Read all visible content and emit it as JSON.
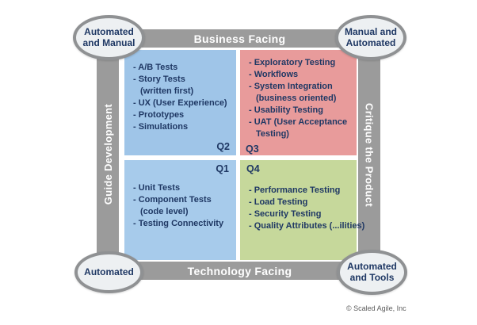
{
  "title": "Agile Testing Quadrants",
  "colors": {
    "bar_gray": "#9B9B9B",
    "oval_fill": "#EDF0F2",
    "oval_border": "#8F9193",
    "text_navy": "#1F3864",
    "quadrant_blue_top": "#9FC5E8",
    "quadrant_blue_bottom": "#A7CBEB",
    "quadrant_red": "#E89B9B",
    "quadrant_green": "#C6D89B"
  },
  "top_bar": {
    "label": "Business Facing"
  },
  "bottom_bar": {
    "label": "Technology Facing"
  },
  "left_bar": {
    "label": "Guide Development"
  },
  "right_bar": {
    "label": "Critique the Product"
  },
  "ovals": {
    "top_left": "Automated and Manual",
    "top_right": "Manual and Automated",
    "bottom_left": "Automated",
    "bottom_right": "Automated and Tools"
  },
  "quadrants": [
    {
      "label": "Q2",
      "position": "top-left",
      "color": "#9FC5E8",
      "items": [
        {
          "dash": true,
          "text": "A/B Tests"
        },
        {
          "dash": true,
          "text": "Story Tests"
        },
        {
          "dash": false,
          "text": "(written first)"
        },
        {
          "dash": true,
          "text": "UX (User Experience)"
        },
        {
          "dash": true,
          "text": "Prototypes"
        },
        {
          "dash": true,
          "text": "Simulations"
        }
      ]
    },
    {
      "label": "Q3",
      "position": "top-right",
      "color": "#E89B9B",
      "items": [
        {
          "dash": true,
          "text": "Exploratory Testing"
        },
        {
          "dash": true,
          "text": "Workflows"
        },
        {
          "dash": true,
          "text": "System Integration"
        },
        {
          "dash": false,
          "text": "(business oriented)"
        },
        {
          "dash": true,
          "text": "Usability Testing"
        },
        {
          "dash": true,
          "text": "UAT (User Acceptance"
        },
        {
          "dash": false,
          "text": "Testing)"
        }
      ]
    },
    {
      "label": "Q1",
      "position": "bottom-left",
      "color": "#A7CBEB",
      "items": [
        {
          "dash": true,
          "text": "Unit Tests"
        },
        {
          "dash": true,
          "text": "Component Tests"
        },
        {
          "dash": false,
          "text": "(code level)"
        },
        {
          "dash": true,
          "text": "Testing Connectivity"
        }
      ]
    },
    {
      "label": "Q4",
      "position": "bottom-right",
      "color": "#C6D89B",
      "items": [
        {
          "dash": true,
          "text": "Performance Testing"
        },
        {
          "dash": true,
          "text": "Load Testing"
        },
        {
          "dash": true,
          "text": "Security Testing"
        },
        {
          "dash": true,
          "text": "Quality Attributes (...ilities)"
        }
      ]
    }
  ],
  "footer": {
    "copyright": "© Scaled Agile, Inc"
  }
}
